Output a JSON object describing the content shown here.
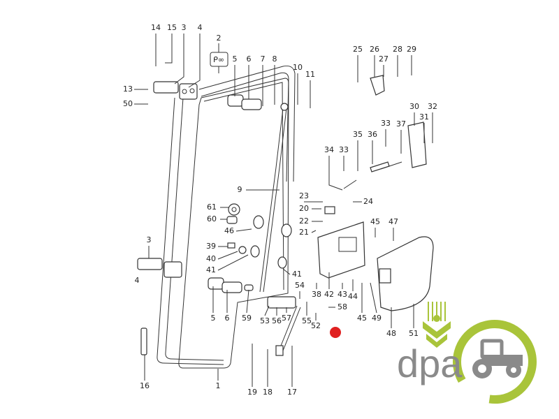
{
  "diagram": {
    "callouts": [
      "14",
      "15",
      "3",
      "4",
      "2",
      "5",
      "6",
      "7",
      "8",
      "10",
      "11",
      "13",
      "50",
      "25",
      "26",
      "27",
      "28",
      "29",
      "30",
      "32",
      "33",
      "31",
      "35",
      "36",
      "37",
      "34",
      "33",
      "9",
      "23",
      "24",
      "61",
      "20",
      "22",
      "60",
      "46",
      "21",
      "45",
      "47",
      "3",
      "39",
      "40",
      "41",
      "4",
      "41",
      "54",
      "38",
      "42",
      "43",
      "44",
      "58",
      "55",
      "45",
      "49",
      "48",
      "51",
      "5",
      "6",
      "59",
      "53",
      "56",
      "57",
      "52",
      "16",
      "1",
      "19",
      "18",
      "17"
    ],
    "highlight_color": "#e02020"
  },
  "logo": {
    "text": "dpa",
    "text_color": "#8a8a8a",
    "accent_color": "#a9c43a"
  }
}
